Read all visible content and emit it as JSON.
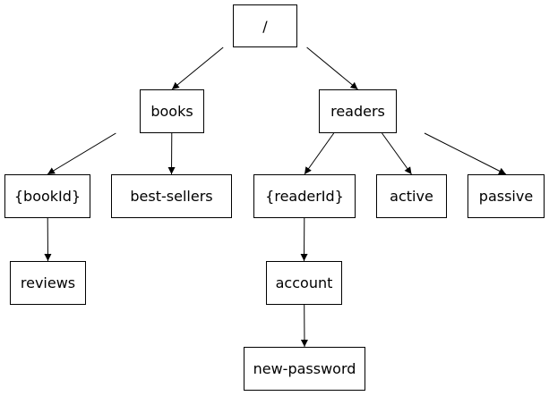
{
  "nodes": {
    "root": "/",
    "books": "books",
    "readers": "readers",
    "book_id": "{bookId}",
    "best_sellers": "best-sellers",
    "reader_id": "{readerId}",
    "active": "active",
    "passive": "passive",
    "reviews": "reviews",
    "account": "account",
    "new_password": "new-password"
  },
  "edges": [
    [
      "root",
      "books"
    ],
    [
      "root",
      "readers"
    ],
    [
      "books",
      "book_id"
    ],
    [
      "books",
      "best_sellers"
    ],
    [
      "readers",
      "reader_id"
    ],
    [
      "readers",
      "active"
    ],
    [
      "readers",
      "passive"
    ],
    [
      "book_id",
      "reviews"
    ],
    [
      "reader_id",
      "account"
    ],
    [
      "account",
      "new_password"
    ]
  ],
  "colors": {
    "line": "#000000",
    "box_border": "#000000",
    "background": "#ffffff"
  }
}
